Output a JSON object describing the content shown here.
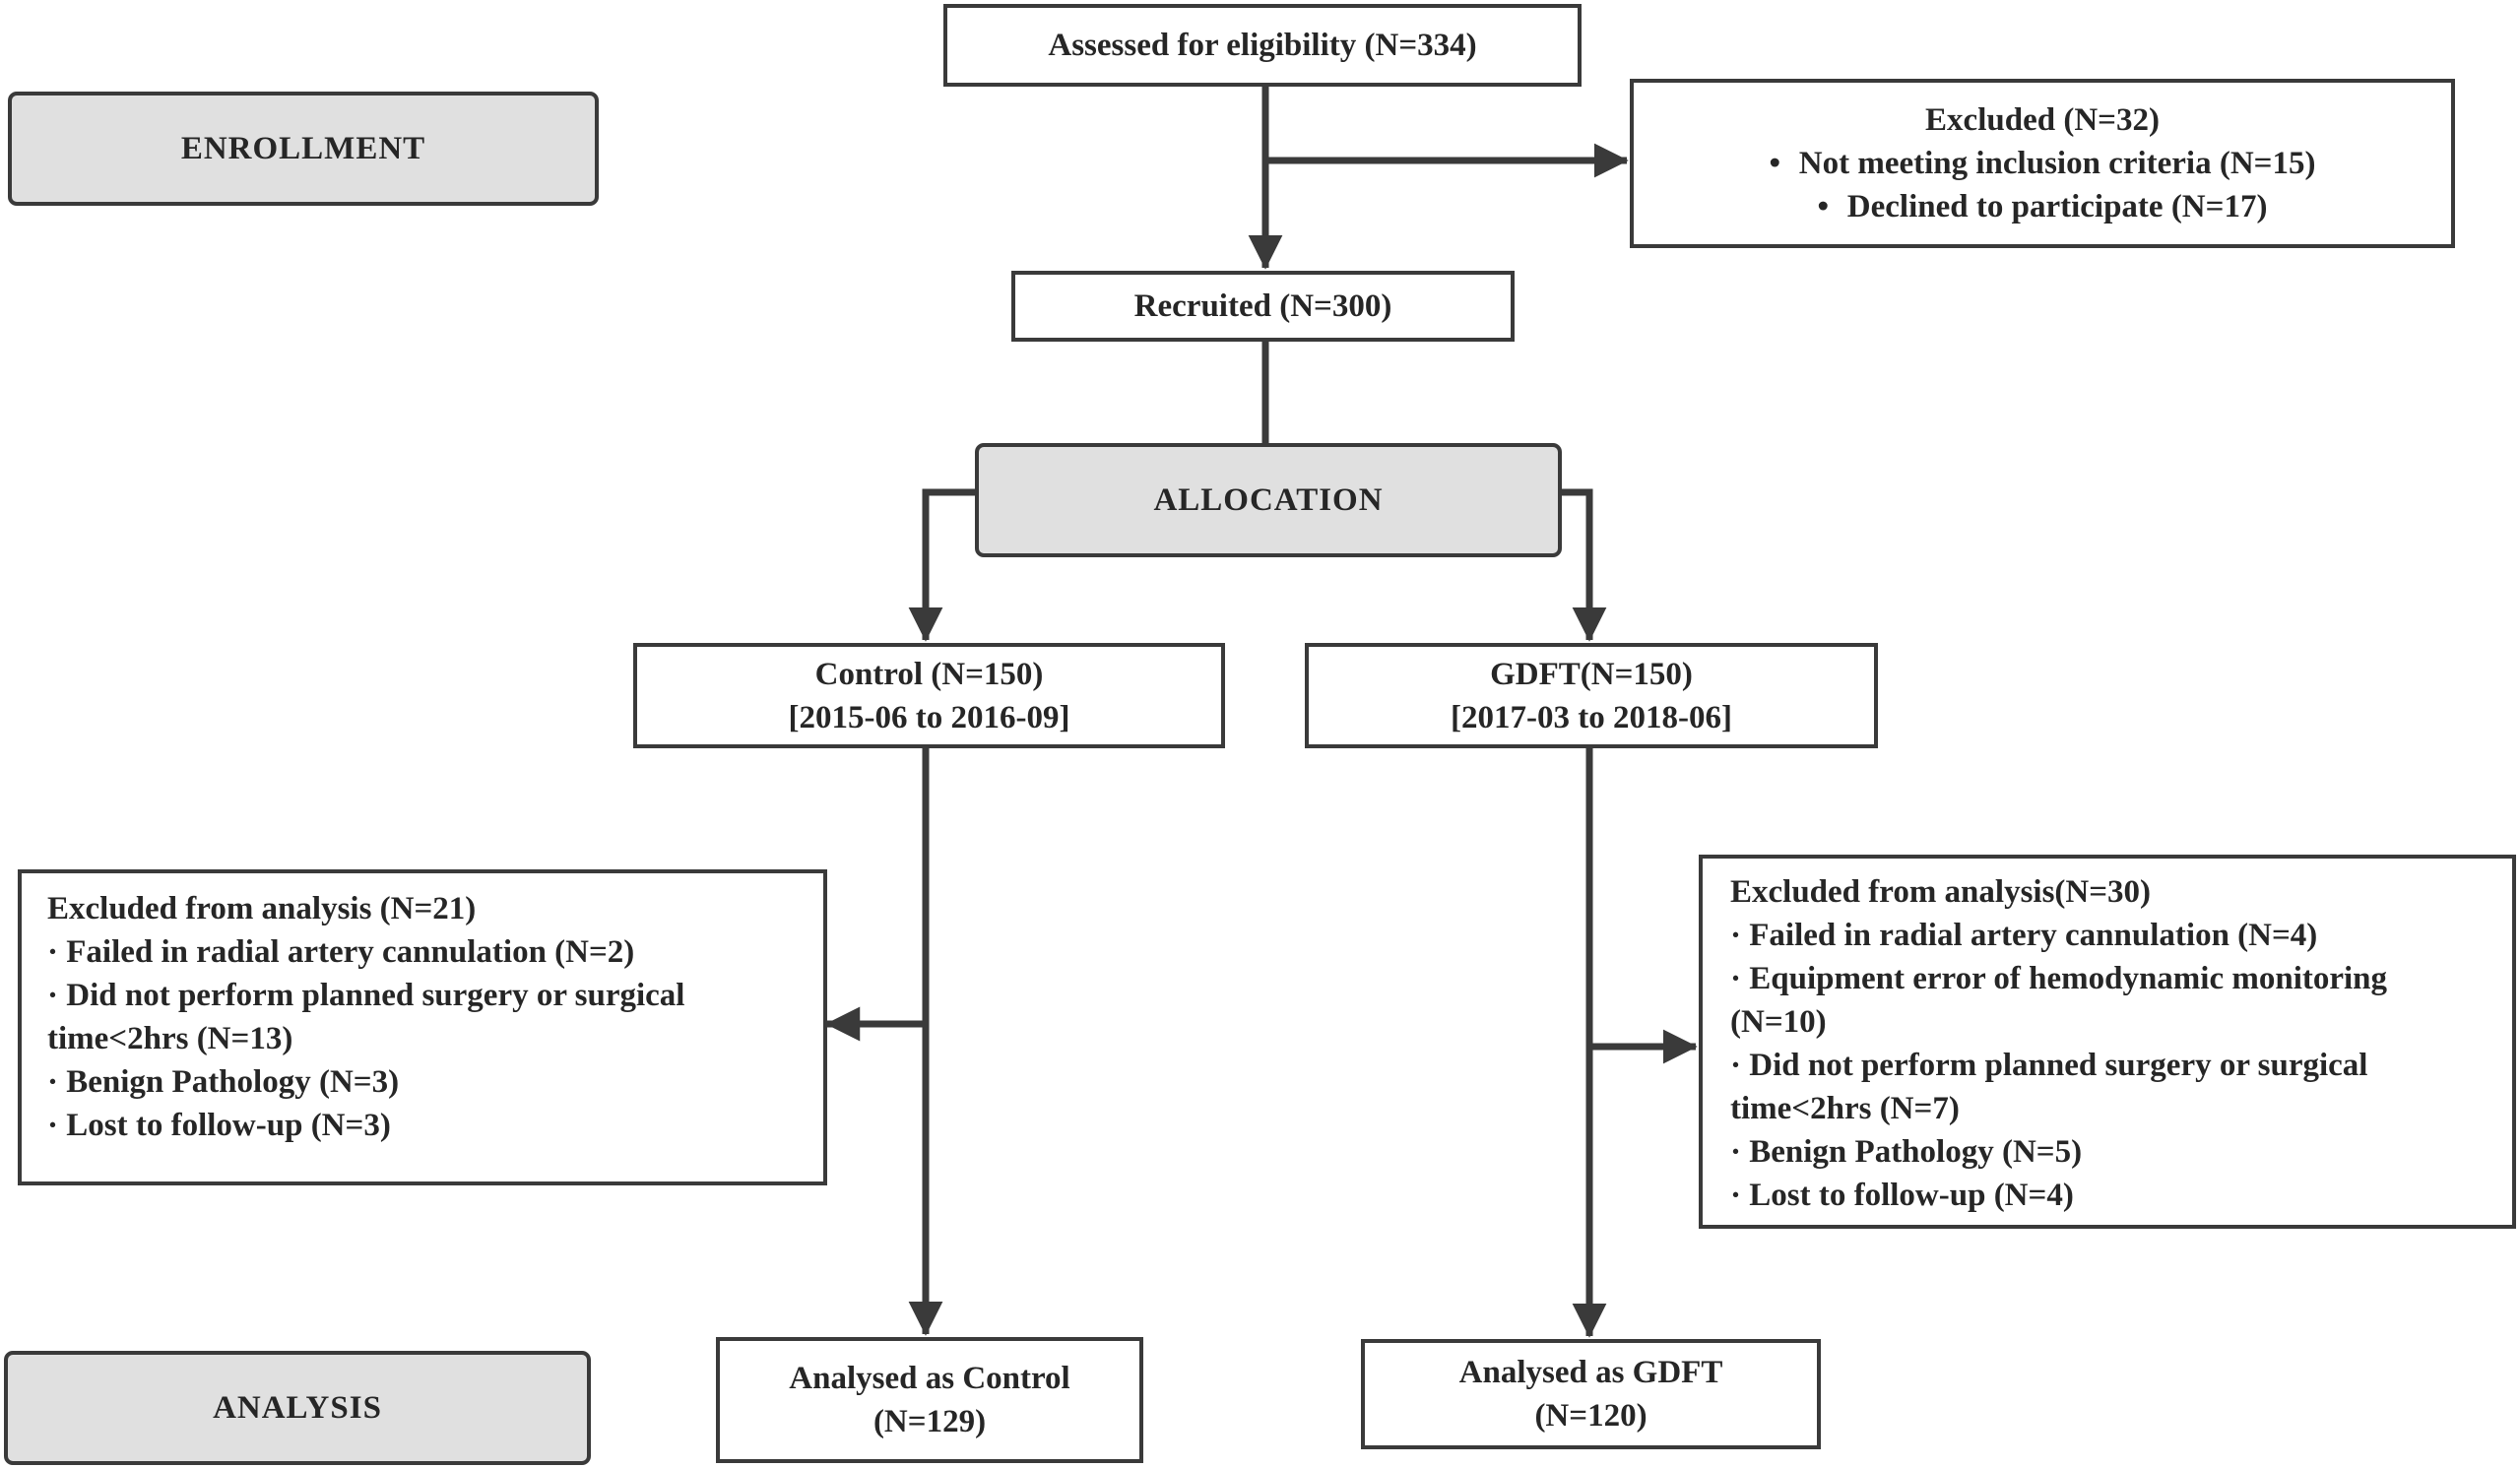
{
  "stages": {
    "enrollment": "ENROLLMENT",
    "allocation": "ALLOCATION",
    "analysis": "ANALYSIS"
  },
  "assessed": "Assessed for eligibility (N=334)",
  "excluded_enroll": {
    "title": "Excluded (N=32)",
    "items": [
      "Not meeting inclusion criteria (N=15)",
      "Declined to participate (N=17)"
    ]
  },
  "recruited": "Recruited (N=300)",
  "control": {
    "title": "Control (N=150)",
    "period": "[2015-06 to 2016-09]",
    "excluded": {
      "lines": [
        "Excluded from analysis (N=21)",
        "· Failed in radial artery cannulation (N=2)",
        "· Did not perform planned surgery or surgical",
        "time<2hrs (N=13)",
        "· Benign Pathology (N=3)",
        "· Lost to follow-up (N=3)"
      ]
    },
    "analysed": {
      "line1": "Analysed as Control",
      "line2": "(N=129)"
    }
  },
  "gdft": {
    "title": "GDFT(N=150)",
    "period": "[2017-03 to 2018-06]",
    "excluded": {
      "lines": [
        "Excluded from analysis(N=30)",
        "· Failed in radial artery cannulation (N=4)",
        "· Equipment error of hemodynamic monitoring",
        "(N=10)",
        "· Did not perform planned surgery or surgical",
        "time<2hrs (N=7)",
        "· Benign Pathology (N=5)",
        "· Lost to follow-up (N=4)"
      ]
    },
    "analysed": {
      "line1": "Analysed as GDFT",
      "line2": "(N=120)"
    }
  }
}
